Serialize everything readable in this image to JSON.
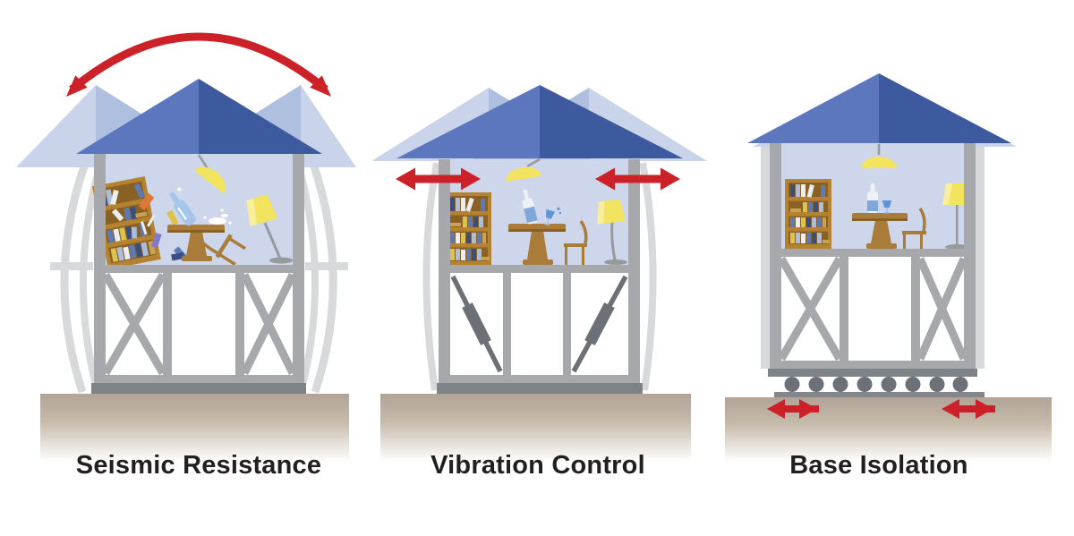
{
  "panels": [
    {
      "id": "seismic-resistance",
      "label": "Seismic Resistance"
    },
    {
      "id": "vibration-control",
      "label": "Vibration Control"
    },
    {
      "id": "base-isolation",
      "label": "Base Isolation"
    }
  ],
  "colors": {
    "background": "#ffffff",
    "roof_dark": "#3d5a9e",
    "roof_light": "#5c77bd",
    "roof_ghost_light": "#c9d3ea",
    "roof_ghost_mid": "#afbfdf",
    "wall_frame": "#a6a8ab",
    "ghost_gray": "#d8d9db",
    "room_bg": "#cdd6ea",
    "base_bar": "#7e8387",
    "base_bar_light": "#83878b",
    "roller_gray": "#6b7176",
    "damper_gray": "#6b7176",
    "ground_top": "#b1a396",
    "ground_mid": "#c7bbac",
    "ground_fade": "#ffffff",
    "arrow_red": "#cc2128",
    "wood": "#b5822f",
    "wood_dark": "#8a6124",
    "wood_mid": "#a97c3a",
    "lamp_yellow": "#f2e45e",
    "lamp_yellow_light": "#f8ee9e",
    "metal_pole": "#97999d",
    "bottle_blue": "#a5c6e9",
    "bottle_white": "#eef1f5",
    "label_blue": "#7fa8d9",
    "drink_blue": "#5f93d8",
    "splash_white": "#ffffff",
    "book_navy": "#3a4f80",
    "book_steel": "#5d7ab8",
    "book_lightblue": "#aabdde",
    "book_white": "#ebedef",
    "book_yellow": "#ddc24b",
    "book_gold": "#c9a353",
    "book_orange": "#e0763a",
    "book_purple": "#8279c8",
    "text_color": "#231f20"
  }
}
